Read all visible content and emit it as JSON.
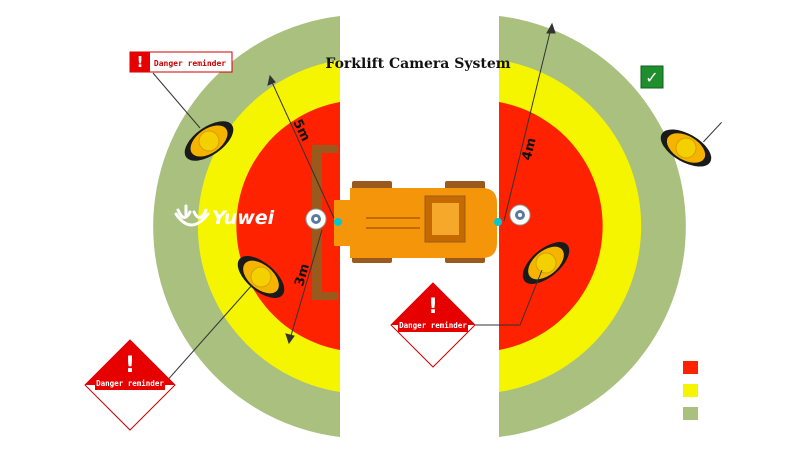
{
  "title": "Forklift Camera System",
  "brand": {
    "name": "Yuwei"
  },
  "distances": {
    "front_5m": "5m",
    "rear_4m": "4m",
    "front_3m": "3m"
  },
  "warnings": {
    "top_left": "Danger reminder",
    "bottom_left": "Danger reminder",
    "center": "Danger reminder"
  },
  "icons": {
    "exclamation": "!",
    "check": "✓"
  },
  "colors": {
    "red_zone": "#ff2200",
    "yellow_zone": "#f5f500",
    "green_zone": "#a9c07f",
    "forklift": "#f5960a",
    "forklift_dark": "#c46a00",
    "fork_frame": "#9a5a1e",
    "worker_vest": "#f6b400",
    "sensor": "#00c8d0",
    "check_badge": "#1f8f2e"
  },
  "legend": [
    {
      "zone": "red"
    },
    {
      "zone": "yellow"
    },
    {
      "zone": "green"
    }
  ]
}
